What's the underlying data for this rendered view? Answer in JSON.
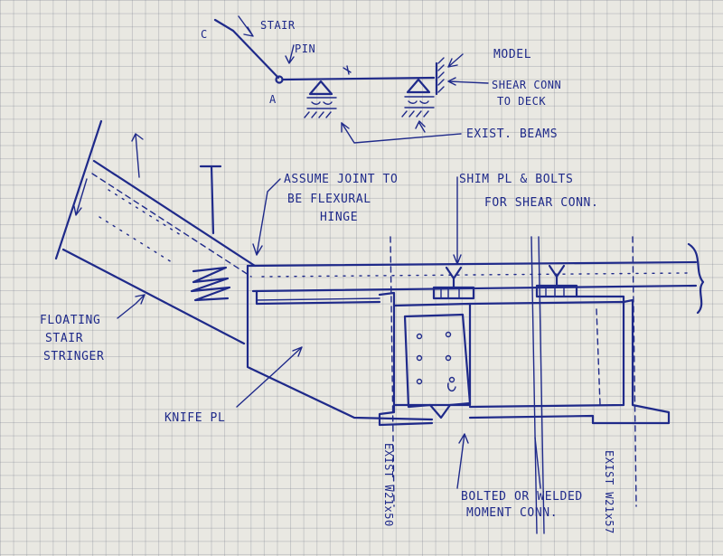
{
  "labels": {
    "c": "C",
    "stair": "STAIR",
    "pin": "PIN",
    "node_a": "A",
    "model": "MODEL",
    "shear_conn_line1": "SHEAR CONN",
    "shear_conn_line2": "TO DECK",
    "exist_beams": "EXIST. BEAMS",
    "assume_line1": "ASSUME JOINT TO",
    "assume_line2": "BE FLEXURAL",
    "assume_line3": "HINGE",
    "shim_line1": "SHIM PL & BOLTS",
    "shim_line2": "FOR SHEAR CONN.",
    "floating_line1": "FLOATING",
    "floating_line2": "STAIR",
    "floating_line3": "STRINGER",
    "knife": "KNIFE PL",
    "exist_left": "EXIST W21x50",
    "bolted_line1": "BOLTED OR WELDED",
    "bolted_line2": "MOMENT CONN.",
    "exist_right": "EXIST W21x57"
  },
  "colors": {
    "ink": "#1f2a8a",
    "paper": "#e9e8e2",
    "grid": "#7a8090"
  }
}
